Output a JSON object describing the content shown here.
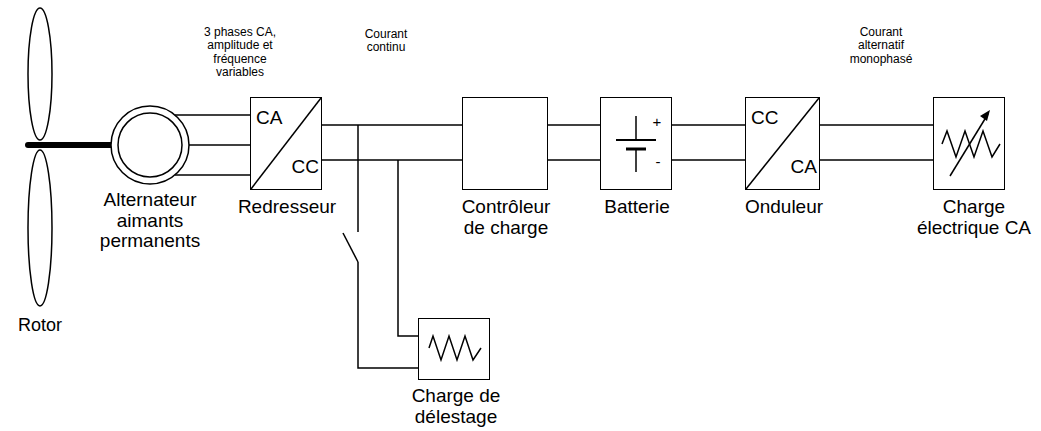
{
  "diagram": {
    "nodes": [
      {
        "text": [
          "Rotor"
        ]
      },
      {
        "text": [
          "Alternateur aimants permanents"
        ]
      },
      {
        "text": [
          "CA",
          "CC",
          "Redresseur"
        ]
      },
      {
        "text": [
          "Contrôleur de charge"
        ]
      },
      {
        "text": [
          "Batterie"
        ]
      },
      {
        "text": [
          "CC",
          "CA",
          "Onduleur"
        ]
      },
      {
        "text": [
          "Charge électrique CA"
        ]
      },
      {
        "text": [
          "Charge de délestage"
        ]
      }
    ],
    "edges": [
      {
        "from": 0,
        "to": 1,
        "arrow": "none"
      },
      {
        "from": 1,
        "to": 2,
        "label": "3 phases CA, amplitude et fréquence variables",
        "arrow": "none"
      },
      {
        "from": 2,
        "to": 3,
        "label": "Courant continu",
        "arrow": "none"
      },
      {
        "from": 2,
        "to": 7,
        "arrow": "none"
      },
      {
        "from": 3,
        "to": 4,
        "arrow": "none"
      },
      {
        "from": 4,
        "to": 5,
        "arrow": "none"
      },
      {
        "from": 5,
        "to": 6,
        "label": "Courant alternatif monophasé",
        "arrow": "none"
      }
    ],
    "labels": [
      "+",
      "-"
    ]
  }
}
